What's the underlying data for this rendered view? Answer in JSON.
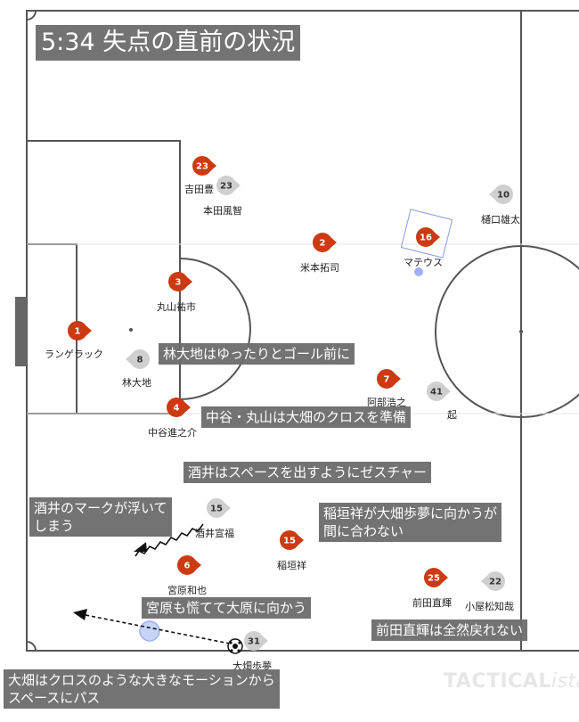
{
  "title": "5:34 失点の直前の状況",
  "brand": {
    "main": "TACTICAL",
    "script": "ista"
  },
  "players_red": [
    {
      "num": "23",
      "name": "吉田豊"
    },
    {
      "num": "2",
      "name": "米本拓司"
    },
    {
      "num": "16",
      "name": "マテウス"
    },
    {
      "num": "3",
      "name": "丸山祐市"
    },
    {
      "num": "1",
      "name": "ランゲラック"
    },
    {
      "num": "7",
      "name": "阿部浩之"
    },
    {
      "num": "4",
      "name": "中谷進之介"
    },
    {
      "num": "15",
      "name": "稲垣祥"
    },
    {
      "num": "6",
      "name": "宮原和也"
    },
    {
      "num": "25",
      "name": "前田直輝"
    }
  ],
  "players_grey": [
    {
      "num": "23",
      "name": "本田風智"
    },
    {
      "num": "10",
      "name": "樋口雄太"
    },
    {
      "num": "8",
      "name": "林大地"
    },
    {
      "num": "41",
      "name": "起"
    },
    {
      "num": "15",
      "name": "酒井宣福"
    },
    {
      "num": "22",
      "name": "小屋松知哉"
    },
    {
      "num": "31",
      "name": "大畑歩夢"
    }
  ],
  "captions": {
    "hayashi": "林大地はゆったりとゴール前に",
    "nakatani": "中谷・丸山は大畑のクロスを準備",
    "sakai_gesture": "酒井はスペースを出すようにゼスチャー",
    "sakai_mark": "酒井のマークが浮いて\nしまう",
    "inagaki": "稲垣祥が大畑歩夢に向かうが\n間に合わない",
    "miyahara": "宮原も慌てて大原に向かう",
    "maeda": "前田直輝は全然戻れない",
    "ohata": "大畑はクロスのような大きなモーションから\nスペースにパス"
  },
  "colors": {
    "home": "#cc3a12",
    "away": "#cfcfcf",
    "caption_bg": "#6c6c6c",
    "lines": "#555555"
  }
}
